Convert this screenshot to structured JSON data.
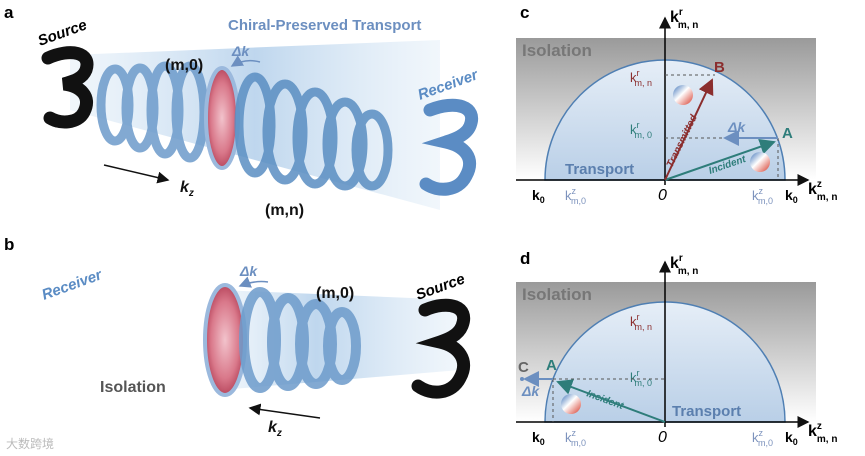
{
  "panels": {
    "a": {
      "letter": "a",
      "source": "Source",
      "receiver": "Receiver",
      "title": "Chiral-Preserved Transport",
      "mode_m0": "(m,0)",
      "mode_mn": "(m,n)",
      "delta_k": "Δk",
      "axis_kz": "k",
      "axis_kz_sub": "z"
    },
    "b": {
      "letter": "b",
      "source": "Source",
      "receiver": "Receiver",
      "mode_m0": "(m,0)",
      "isolation": "Isolation",
      "delta_k": "Δk",
      "axis_kz": "k",
      "axis_kz_sub": "z"
    },
    "c": {
      "letter": "c",
      "region_isolation": "Isolation",
      "region_transport": "Transport",
      "y_axis": "k",
      "y_axis_sup": "r",
      "y_axis_sub": "m, n",
      "x_axis": "k",
      "x_axis_sup": "z",
      "x_axis_sub": "m, n",
      "origin": "0",
      "k0_left": "k",
      "k0_left_sub": "0",
      "k0_right": "k",
      "k0_right_sub": "0",
      "tick_kz_m0_left": "k",
      "tick_kz_m0_right": "k",
      "tick_sup_z": "z",
      "tick_sub_m0": "m,0",
      "tick_kr_mn": "k",
      "tick_kr_m0": "k",
      "tick_sup_r": "r",
      "tick_sub_mn": "m, n",
      "tick_sub_m0b": "m, 0",
      "point_a": "A",
      "point_b": "B",
      "label_incident": "Incident",
      "label_transmitted": "Transmitted",
      "delta_k": "Δk"
    },
    "d": {
      "letter": "d",
      "region_isolation": "Isolation",
      "region_transport": "Transport",
      "y_axis": "k",
      "y_axis_sup": "r",
      "y_axis_sub": "m, n",
      "x_axis": "k",
      "x_axis_sup": "z",
      "x_axis_sub": "m, n",
      "origin": "0",
      "k0_left": "k",
      "k0_left_sub": "0",
      "k0_right": "k",
      "k0_right_sub": "0",
      "tick_kz_m0_left": "k",
      "tick_kz_m0_right": "k",
      "tick_sup_z": "z",
      "tick_sub_m0": "m,0",
      "tick_kr_mn": "k",
      "tick_kr_m0": "k",
      "tick_sup_r": "r",
      "tick_sub_mn": "m, n",
      "tick_sub_m0b": "m, 0",
      "point_a": "A",
      "point_c": "C",
      "label_incident": "Incident",
      "delta_k": "Δk"
    }
  },
  "watermark": "大数跨境",
  "colors": {
    "beam_blue": "#8db3da",
    "coil_blue": "#5a8ec2",
    "disk_red": "#c8506a",
    "arc_blue": "#4f7fb3",
    "teal": "#2e7d7a",
    "maroon": "#8b2e2e",
    "isolation_gray": "#9a9a9a"
  }
}
